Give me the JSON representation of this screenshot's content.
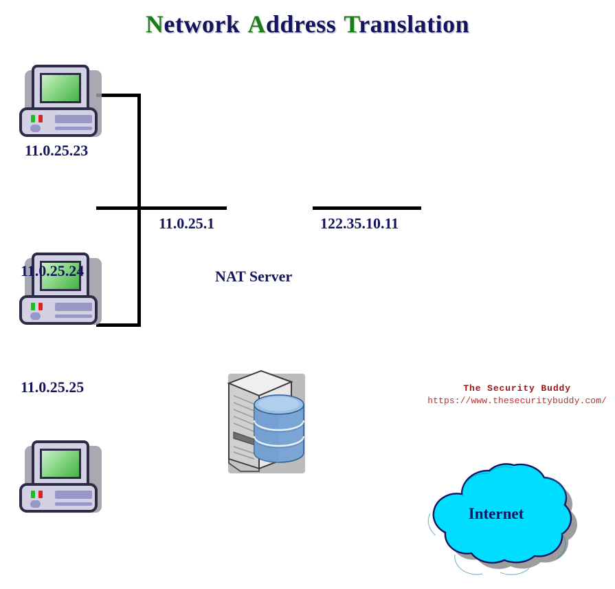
{
  "diagram": {
    "title": {
      "full": "Network Address Translation",
      "words": [
        {
          "accent": "N",
          "rest": "etwork"
        },
        {
          "accent": "A",
          "rest": "ddress"
        },
        {
          "accent": "T",
          "rest": "ranslation"
        }
      ]
    },
    "colors": {
      "background": "#ffffff",
      "title_accent": "#1a7d1a",
      "title_main": "#13135e",
      "label_text": "#13135e",
      "wire": "#000000",
      "cloud_fill": "#00ddff",
      "cloud_stroke": "#13135e",
      "cloud_shadow": "#808080",
      "pc_body": "#d2d2e4",
      "pc_outline": "#2d2a45",
      "pc_screen": "#6ec96b",
      "server_body": "#d8d8d8",
      "database_blue": "#6f9fd0",
      "brand_text": "#9e1111",
      "brand_url": "#b73232"
    },
    "hosts": [
      {
        "icon": "computer-icon",
        "ip": "11.0.25.23"
      },
      {
        "icon": "computer-icon",
        "ip": "11.0.25.24"
      },
      {
        "icon": "computer-icon",
        "ip": "11.0.25.25"
      }
    ],
    "server": {
      "icon": "server-database-icon",
      "label": "NAT Server",
      "private_ip": "11.0.25.1",
      "public_ip": "122.35.10.11"
    },
    "cloud": {
      "icon": "cloud-icon",
      "label": "Internet"
    },
    "footer": {
      "brand": "The Security Buddy",
      "url": "https://www.thesecuritybuddy.com/"
    }
  }
}
